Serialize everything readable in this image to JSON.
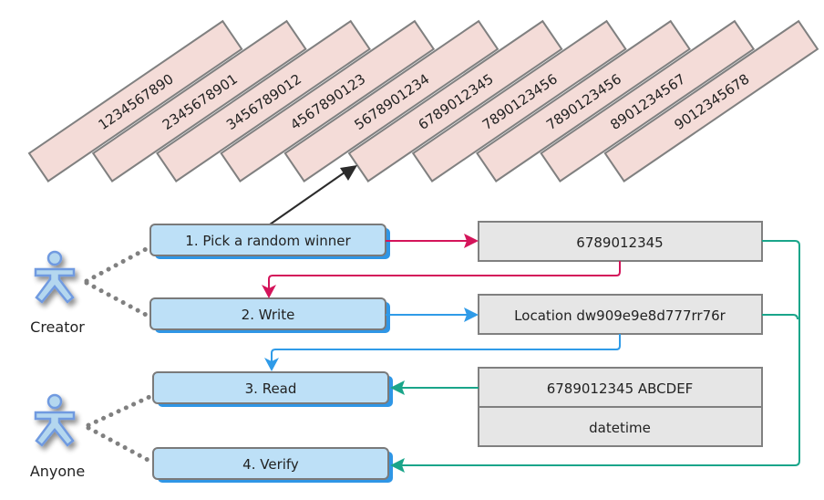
{
  "colors": {
    "record_fill": "#f4dcd8",
    "record_stroke": "#808080",
    "step_fill": "#bde0f7",
    "step_shadow": "#2f96e6",
    "step_stroke": "#7a7a7a",
    "data_fill": "#e6e6e6",
    "data_stroke": "#808080",
    "actor_fill": "#b4d7ef",
    "actor_stroke": "#6f9ae0",
    "arrow_black": "#2b2b2b",
    "arrow_pink": "#d4145a",
    "arrow_blue": "#2f9be8",
    "arrow_green": "#1aa58a",
    "dotted": "#808080"
  },
  "records": [
    "1234567890",
    "2345678901",
    "3456789012",
    "4567890123",
    "5678901234",
    "6789012345",
    "7890123456",
    "7890123456",
    "8901234567",
    "9012345678"
  ],
  "actors": [
    {
      "name": "creator",
      "label": "Creator"
    },
    {
      "name": "anyone",
      "label": "Anyone"
    }
  ],
  "steps": [
    {
      "label": "1. Pick a random winner"
    },
    {
      "label": "2. Write"
    },
    {
      "label": "3. Read"
    },
    {
      "label": "4. Verify"
    }
  ],
  "data_boxes": {
    "winner": "6789012345",
    "location": "Location dw909e9e8d777rr76r",
    "record_line1": "6789012345 ABCDEF",
    "record_line2": "datetime"
  }
}
